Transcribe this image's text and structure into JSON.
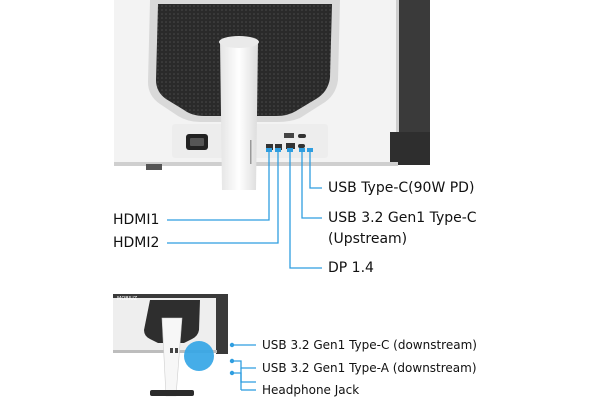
{
  "top_labels": {
    "usb_c_pd": "USB Type-C(90W PD)",
    "usb_c_upstream_line1": "USB 3.2 Gen1 Type-C",
    "usb_c_upstream_line2": "(Upstream)",
    "hdmi1": "HDMI1",
    "hdmi2": "HDMI2",
    "dp": "DP 1.4"
  },
  "bottom_labels": {
    "usb_c_downstream": "USB 3.2 Gen1 Type-C (downstream)",
    "usb_a_downstream": "USB 3.2 Gen1 Type-A (downstream)",
    "headphone": "Headphone Jack"
  },
  "brand_text": "MOBIUZ",
  "colors": {
    "leader_line": "#2f9ee0",
    "monitor_white": "#f2f2f2",
    "monitor_dark": "#3a3a3a",
    "grille": "#2b2b2b",
    "highlight_circle": "#35a6e6"
  },
  "icons": [
    "monitor-back",
    "port-panel",
    "stand"
  ]
}
